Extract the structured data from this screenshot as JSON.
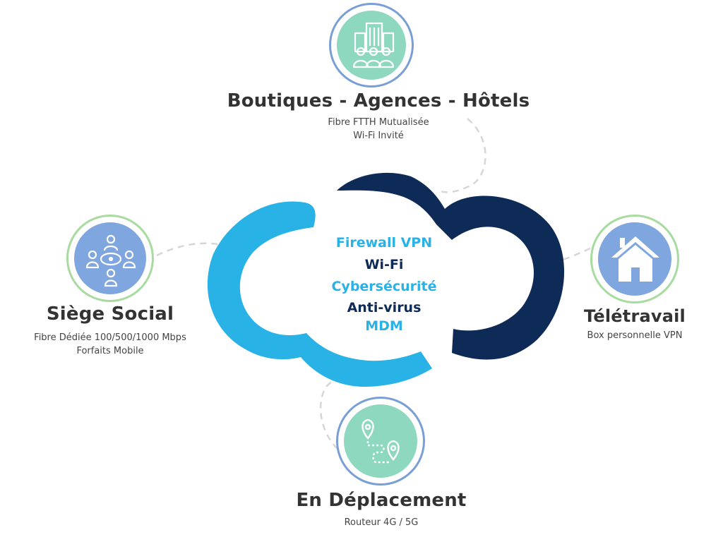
{
  "colors": {
    "cloud_light": "#28b2e6",
    "cloud_dark": "#0e2a56",
    "badge_mint": "#8fd8c0",
    "badge_blue": "#7fa6de",
    "ring_blue": "#7a9fd6",
    "ring_green": "#a8dba0",
    "dash": "#d6d6d6"
  },
  "top": {
    "title": "Boutiques - Agences - Hôtels",
    "line1": "Fibre FTTH Mutualisée",
    "line2": "Wi-Fi Invité",
    "icon": "buildings-people-icon"
  },
  "left": {
    "title": "Siège Social",
    "line1": "Fibre Dédiée 100/500/1000 Mbps",
    "line2": "Forfaits Mobile",
    "icon": "meeting-table-icon"
  },
  "right": {
    "title": "Télétravail",
    "line1": "Box personnelle VPN",
    "icon": "house-icon"
  },
  "bottom": {
    "title": "En Déplacement",
    "line1": "Routeur 4G / 5G",
    "icon": "route-pins-icon"
  },
  "cloud": {
    "services": [
      {
        "label": "Firewall VPN",
        "tone": "light"
      },
      {
        "label": "Wi-Fi",
        "tone": "dark"
      },
      {
        "label": "Cybersécurité",
        "tone": "light"
      },
      {
        "label": "Anti-virus",
        "tone": "dark"
      },
      {
        "label": "MDM",
        "tone": "light"
      }
    ]
  }
}
